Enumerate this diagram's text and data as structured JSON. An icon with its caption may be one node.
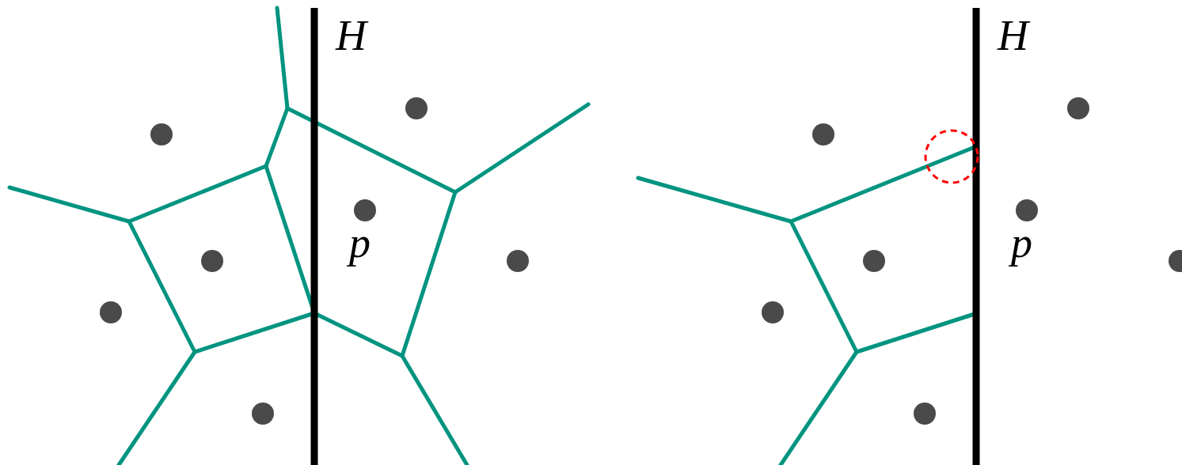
{
  "diagram": {
    "labels": [
      "H",
      "p",
      "H",
      "p"
    ]
  }
}
